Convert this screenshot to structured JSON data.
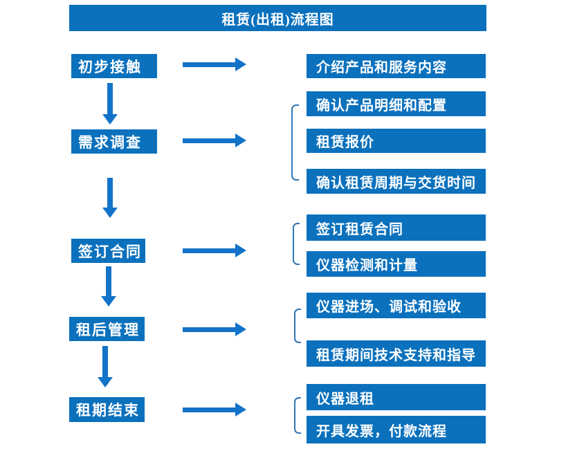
{
  "title": "租赁(出租)流程图",
  "colors": {
    "box_fill": "#0b71bd",
    "arrow": "#1273c8",
    "bracket": "#2e75b6",
    "text": "#ffffff",
    "background": "#ffffff"
  },
  "steps": [
    {
      "label": "初步接触",
      "outputs": [
        "介绍产品和服务内容"
      ]
    },
    {
      "label": "需求调查",
      "outputs": [
        "确认产品明细和配置",
        "租赁报价",
        "确认租赁周期与交货时间"
      ]
    },
    {
      "label": "签订合同",
      "outputs": [
        "签订租赁合同",
        "仪器检测和计量"
      ]
    },
    {
      "label": "租后管理",
      "outputs": [
        "仪器进场、调试和验收",
        "租赁期间技术支持和指导"
      ]
    },
    {
      "label": "租期结束",
      "outputs": [
        "仪器退租",
        "开具发票，付款流程"
      ]
    }
  ]
}
